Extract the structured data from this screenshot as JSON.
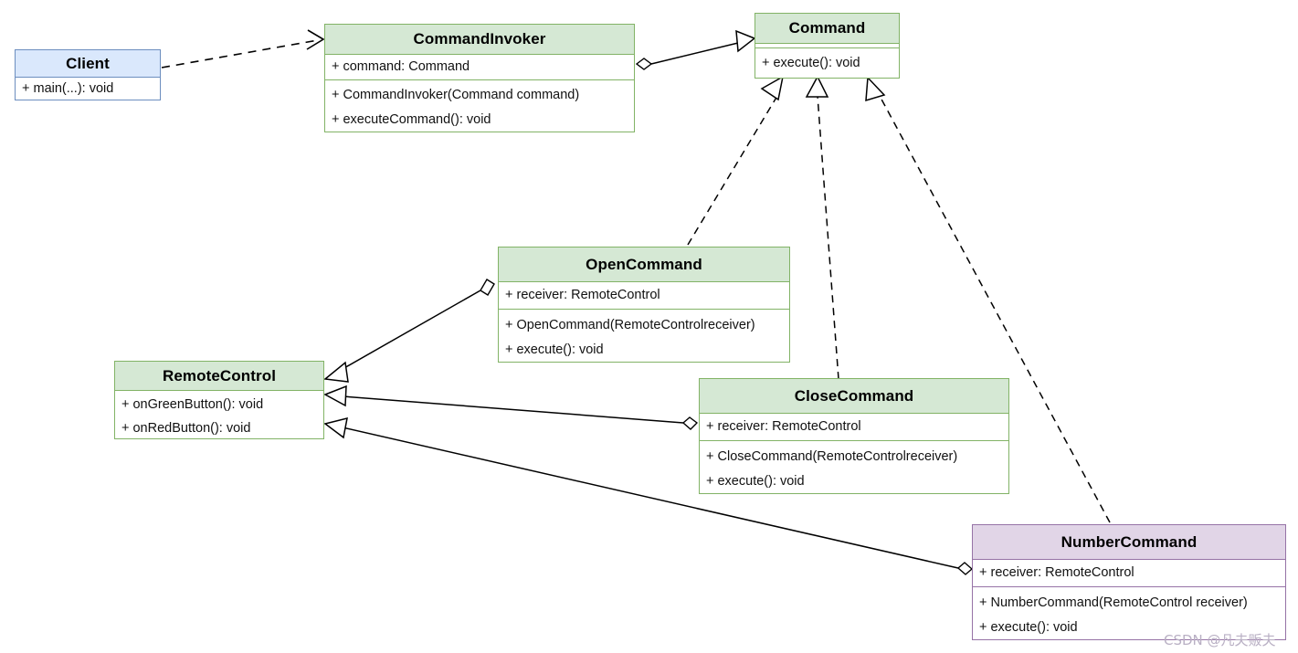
{
  "diagram": {
    "kind": "uml-class-diagram",
    "title": "Command Pattern Class Diagram",
    "background": "#ffffff",
    "palette": {
      "green_fill": "#d5e8d4",
      "green_stroke": "#82b366",
      "blue_fill": "#dae8fc",
      "blue_stroke": "#6c8ebf",
      "purple_fill": "#e1d5e7",
      "purple_stroke": "#9673a6",
      "edge_stroke": "#000000",
      "watermark_color": "#b9b0c4"
    }
  },
  "classes": {
    "client": {
      "name": "Client",
      "color": "blue",
      "attributes": [],
      "methods": [
        "+ main(...): void"
      ]
    },
    "command_invoker": {
      "name": "CommandInvoker",
      "color": "green",
      "attributes": [
        "+ command: Command"
      ],
      "methods": [
        "+ CommandInvoker(Command command)",
        "+ executeCommand(): void"
      ]
    },
    "command": {
      "name": "Command",
      "color": "green",
      "attributes": [
        ""
      ],
      "methods": [
        "+ execute(): void"
      ]
    },
    "open_command": {
      "name": "OpenCommand",
      "color": "green",
      "attributes": [
        "+ receiver: RemoteControl"
      ],
      "methods": [
        "+ OpenCommand(RemoteControlreceiver)",
        "+ execute(): void"
      ]
    },
    "close_command": {
      "name": "CloseCommand",
      "color": "green",
      "attributes": [
        "+ receiver: RemoteControl"
      ],
      "methods": [
        "+ CloseCommand(RemoteControlreceiver)",
        "+ execute(): void"
      ]
    },
    "number_command": {
      "name": "NumberCommand",
      "color": "purple",
      "attributes": [
        "+ receiver: RemoteControl"
      ],
      "methods": [
        "+ NumberCommand(RemoteControl receiver)",
        "+ execute(): void"
      ]
    },
    "remote_control": {
      "name": "RemoteControl",
      "color": "green",
      "attributes": [],
      "methods": [
        "+ onGreenButton(): void",
        "+ onRedButton(): void"
      ]
    }
  },
  "relationships": [
    {
      "id": "client-to-invoker",
      "from": "Client",
      "to": "CommandInvoker",
      "type": "dependency",
      "style": "dashed",
      "arrow": "open-arrow"
    },
    {
      "id": "invoker-to-command",
      "from": "CommandInvoker",
      "to": "Command",
      "type": "aggregation",
      "style": "solid",
      "arrow": "hollow-triangle"
    },
    {
      "id": "opencommand-to-command",
      "from": "OpenCommand",
      "to": "Command",
      "type": "realization",
      "style": "dashed",
      "arrow": "hollow-triangle"
    },
    {
      "id": "closecommand-to-command",
      "from": "CloseCommand",
      "to": "Command",
      "type": "realization",
      "style": "dashed",
      "arrow": "hollow-triangle"
    },
    {
      "id": "numbercommand-to-command",
      "from": "NumberCommand",
      "to": "Command",
      "type": "realization",
      "style": "dashed",
      "arrow": "hollow-triangle"
    },
    {
      "id": "opencommand-to-remote",
      "from": "OpenCommand",
      "to": "RemoteControl",
      "type": "aggregation",
      "style": "solid",
      "arrow": "hollow-triangle"
    },
    {
      "id": "closecommand-to-remote",
      "from": "CloseCommand",
      "to": "RemoteControl",
      "type": "aggregation",
      "style": "solid",
      "arrow": "hollow-triangle"
    },
    {
      "id": "numbercommand-to-remote",
      "from": "NumberCommand",
      "to": "RemoteControl",
      "type": "aggregation",
      "style": "solid",
      "arrow": "hollow-triangle"
    }
  ],
  "watermark": {
    "text": "CSDN @凡夫贩夫"
  }
}
